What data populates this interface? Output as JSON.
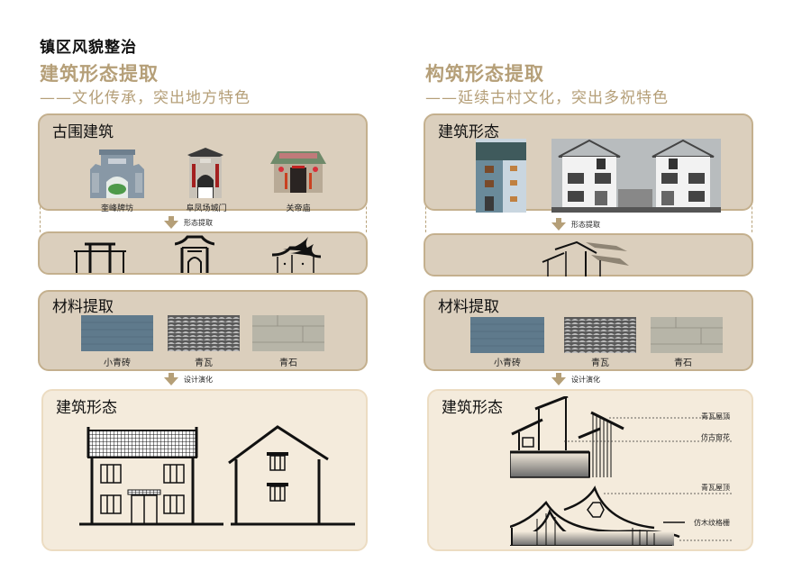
{
  "page": {
    "title": "镇区风貌整治"
  },
  "left": {
    "heading": "建筑形态提取",
    "subheading": "——文化传承，突出地方特色",
    "ancient": {
      "title": "古围建筑",
      "items": [
        {
          "caption": "奎峰牌坊",
          "icon": "memorial-archway-photo"
        },
        {
          "caption": "阜凤场城门",
          "icon": "city-gate-photo"
        },
        {
          "caption": "关帝庙",
          "icon": "guandi-temple-photo"
        }
      ]
    },
    "step1": "形态提取",
    "forms": [
      "archway-form-icon",
      "gate-form-icon",
      "temple-roof-form-icon"
    ],
    "materials": {
      "title": "材料提取",
      "items": [
        {
          "caption": "小青砖",
          "icon": "blue-brick-texture"
        },
        {
          "caption": "青瓦",
          "icon": "blue-tile-texture"
        },
        {
          "caption": "青石",
          "icon": "bluestone-texture"
        }
      ]
    },
    "step2": "设计演化",
    "result": {
      "title": "建筑形态"
    }
  },
  "right": {
    "heading": "构筑形态提取",
    "subheading": "——延续古村文化，突出多祝特色",
    "buildings": {
      "title": "建筑形态",
      "items": [
        {
          "icon": "residential-building-photo"
        },
        {
          "icon": "villa-elevation-photo"
        }
      ]
    },
    "step1": "形态提取",
    "materials": {
      "title": "材料提取",
      "items": [
        {
          "caption": "小青砖",
          "icon": "blue-brick-texture"
        },
        {
          "caption": "青瓦",
          "icon": "blue-tile-texture"
        },
        {
          "caption": "青石",
          "icon": "bluestone-texture"
        }
      ]
    },
    "step2": "设计演化",
    "result": {
      "title": "建筑形态",
      "labels": [
        "青瓦屋顶",
        "仿古窗花",
        "青瓦屋顶",
        "仿木纹格栅"
      ]
    }
  },
  "colors": {
    "accent": "#b59f78",
    "box_dark": "#dbcfbd",
    "box_light": "#f4ebdc",
    "box_border": "#c4b08e"
  }
}
